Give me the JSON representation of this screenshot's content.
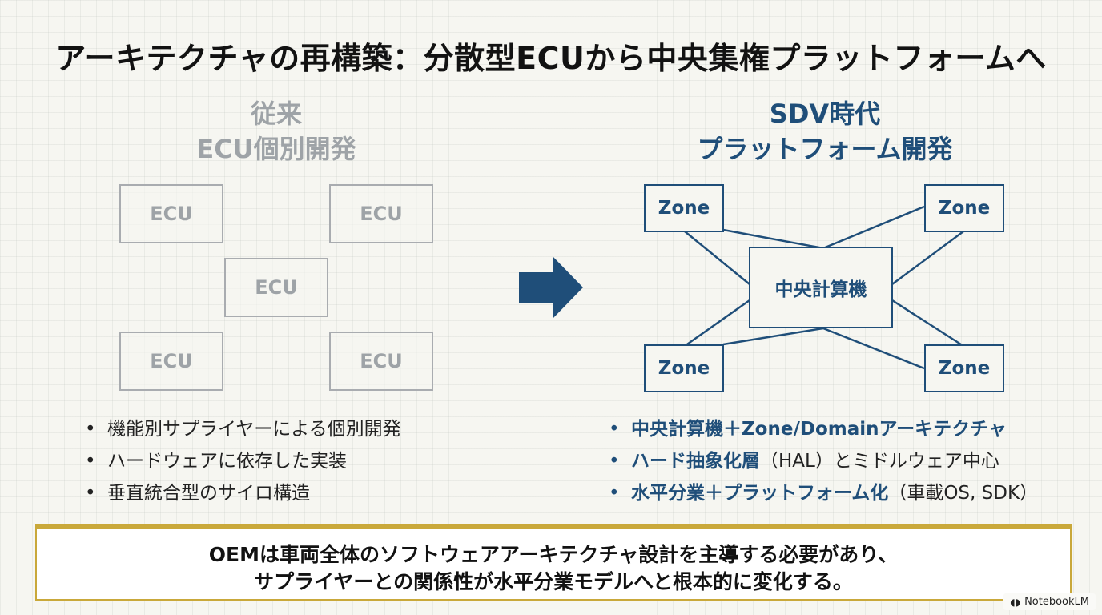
{
  "title": "アーキテクチャの再構築：分散型ECUから中央集権プラットフォームへ",
  "left": {
    "heading_line1": "従来",
    "heading_line2": "ECU個別開発",
    "boxes": [
      "ECU",
      "ECU",
      "ECU",
      "ECU",
      "ECU"
    ],
    "bullets": [
      "機能別サプライヤーによる個別開発",
      "ハードウェアに依存した実装",
      "垂直統合型のサイロ構造"
    ]
  },
  "right": {
    "heading_line1": "SDV時代",
    "heading_line2": "プラットフォーム開発",
    "center_label": "中央計算機",
    "zones": [
      "Zone",
      "Zone",
      "Zone",
      "Zone"
    ],
    "bullets": [
      {
        "strong": "中央計算機＋Zone/Domainアーキテクチャ",
        "rest": ""
      },
      {
        "strong": "ハード抽象化層",
        "rest": "（HAL）とミドルウェア中心"
      },
      {
        "strong": "水平分業＋プラットフォーム化",
        "rest": "（車載OS, SDK）"
      }
    ]
  },
  "callout": {
    "line1": "OEMは車両全体のソフトウェアアーキテクチャ設計を主導する必要があり、",
    "line2": "サプライヤーとの関係性が水平分業モデルへと根本的に変化する。"
  },
  "brand": "NotebookLM",
  "colors": {
    "navy": "#1f4e79",
    "gray": "#a9acb0",
    "gold": "#c9a83a"
  }
}
